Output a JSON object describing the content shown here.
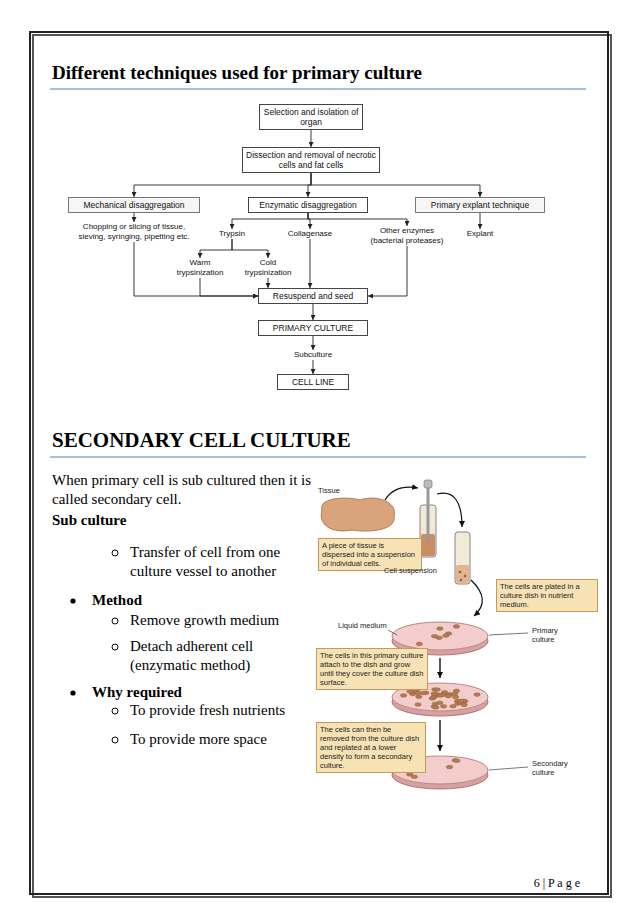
{
  "diagram": {
    "title": "Different techniques used for primary culture",
    "nodes": [
      {
        "text": [
          "Selection and isolation of organ"
        ]
      },
      {
        "text": [
          "Dissection and removal of necrotic cells and fat cells"
        ]
      },
      {
        "text": [
          "Mechanical disaggregation"
        ]
      },
      {
        "text": [
          "Enzymatic disaggregation"
        ]
      },
      {
        "text": [
          "Primary explant technique"
        ]
      },
      {
        "text": [
          "Chopping or slicing of tissue, sieving, syringing, pipetting etc."
        ]
      },
      {
        "text": [
          "Trypsin"
        ]
      },
      {
        "text": [
          "Collagenase"
        ]
      },
      {
        "text": [
          "Other enzymes (bacterial proteases)"
        ]
      },
      {
        "text": [
          "Explant"
        ]
      },
      {
        "text": [
          "Warm trypsinization"
        ]
      },
      {
        "text": [
          "Cold trypsinization"
        ]
      },
      {
        "text": [
          "Resuspend and seed"
        ]
      },
      {
        "text": [
          "PRIMARY CULTURE"
        ]
      },
      {
        "text": [
          "Subculture"
        ]
      },
      {
        "text": [
          "CELL LINE"
        ]
      },
      {
        "text": [
          "A piece of tissue is dispersed into a suspension of individual cells."
        ]
      },
      {
        "text": [
          "The cells are plated in a culture dish in nutrient medium."
        ]
      },
      {
        "text": [
          "The cells in this primary culture attach to the dish and grow until they cover the culture dish surface."
        ]
      },
      {
        "text": [
          "The cells can then be removed from the culture dish and replated at a lower density to form a secondary culture."
        ]
      }
    ],
    "edges": [
      {
        "from": 0,
        "to": 1,
        "arrow": "to"
      },
      {
        "from": 1,
        "to": 2,
        "arrow": "to"
      },
      {
        "from": 1,
        "to": 3,
        "arrow": "to"
      },
      {
        "from": 1,
        "to": 4,
        "arrow": "to"
      },
      {
        "from": 2,
        "to": 5,
        "arrow": "to"
      },
      {
        "from": 3,
        "to": 6,
        "arrow": "to"
      },
      {
        "from": 3,
        "to": 7,
        "arrow": "to"
      },
      {
        "from": 3,
        "to": 8,
        "arrow": "to"
      },
      {
        "from": 4,
        "to": 9,
        "arrow": "to"
      },
      {
        "from": 6,
        "to": 10,
        "arrow": "to"
      },
      {
        "from": 6,
        "to": 11,
        "arrow": "to"
      },
      {
        "from": 5,
        "to": 12,
        "arrow": "to"
      },
      {
        "from": 10,
        "to": 12,
        "arrow": "to"
      },
      {
        "from": 11,
        "to": 12,
        "arrow": "to"
      },
      {
        "from": 7,
        "to": 12,
        "arrow": "to"
      },
      {
        "from": 8,
        "to": 12,
        "arrow": "to"
      },
      {
        "from": 12,
        "to": 13,
        "arrow": "to"
      },
      {
        "from": 13,
        "to": 14,
        "arrow": "to"
      },
      {
        "from": 14,
        "to": 15,
        "arrow": "to"
      }
    ],
    "labels": [
      "SECONDARY CELL CULTURE",
      "When primary cell is sub cultured then it is called secondary cell.",
      "Sub culture",
      "Transfer of cell from one culture vessel to another",
      "Method",
      "Remove growth medium",
      "Detach adherent cell (enzymatic method)",
      "Why required",
      "To provide fresh nutrients",
      "To provide more space",
      "Tissue",
      "Cell suspension",
      "Liquid medium",
      "Primary culture",
      "Secondary culture",
      "6 | P a g e"
    ]
  }
}
